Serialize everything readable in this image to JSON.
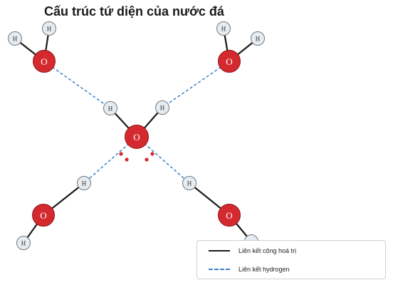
{
  "title": "Cấu trúc tứ diện của nước đá",
  "atoms": {
    "oxygen_label": "O",
    "hydrogen_label": "H"
  },
  "legend": {
    "covalent_label": "Liên kết cộng hoá trị",
    "hydrogen_bond_label": "Liên kết hydrogen"
  },
  "colors": {
    "oxygen": "#d42a2f",
    "hydrogen": "#e6ecf1",
    "covalent_bond": "#1a1a1a",
    "hydrogen_bond": "#3a7fc8",
    "lone_pair": "#d42a2f"
  }
}
